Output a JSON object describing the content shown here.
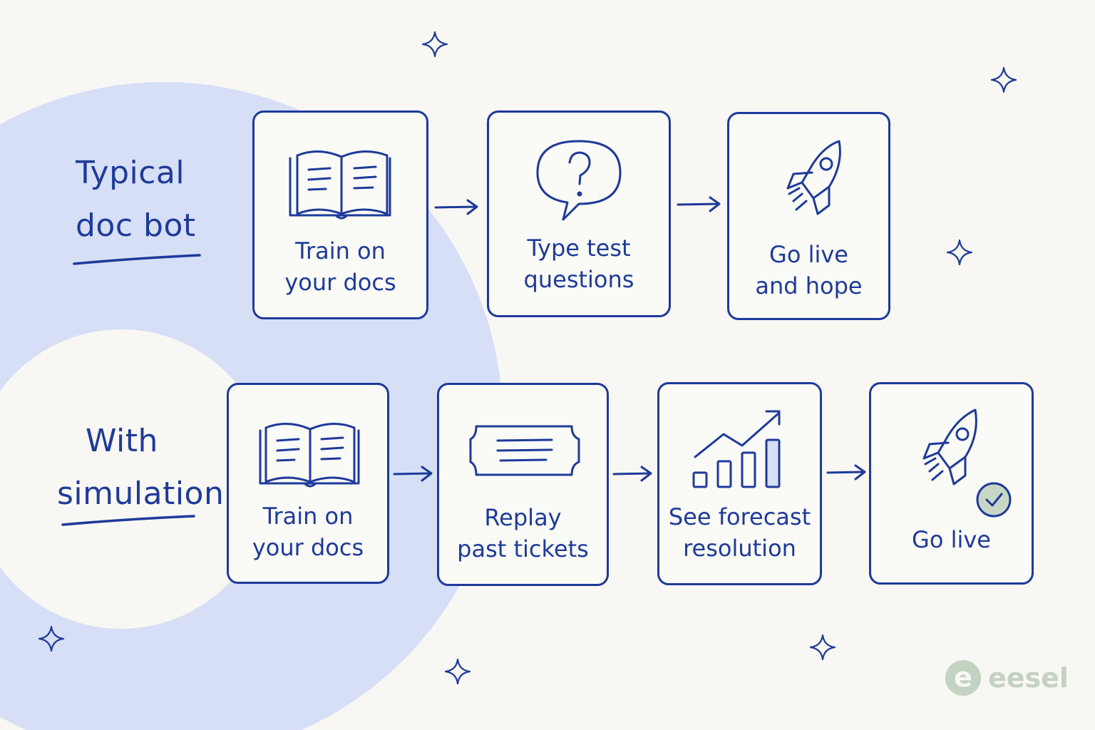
{
  "colors": {
    "ink": "#1e3a9a",
    "background": "#f8f7f3",
    "accent_circle": "#d6dff6",
    "check_badge": "#c8d7c3",
    "brand": "#c4d2c1"
  },
  "rows": {
    "typical": {
      "label_line1": "Typical",
      "label_line2": "doc bot",
      "steps": [
        {
          "icon": "open-book-icon",
          "line1": "Train on",
          "line2": "your docs"
        },
        {
          "icon": "question-bubble-icon",
          "line1": "Type test",
          "line2": "questions"
        },
        {
          "icon": "rocket-icon",
          "line1": "Go live",
          "line2": "and hope"
        }
      ]
    },
    "simulation": {
      "label_line1": "With",
      "label_line2": "simulation",
      "steps": [
        {
          "icon": "open-book-icon",
          "line1": "Train on",
          "line2": "your docs"
        },
        {
          "icon": "ticket-icon",
          "line1": "Replay",
          "line2": "past tickets"
        },
        {
          "icon": "bar-chart-trend-icon",
          "line1": "See forecast",
          "line2": "resolution"
        },
        {
          "icon": "rocket-check-icon",
          "line1": "Go live",
          "line2": ""
        }
      ]
    }
  },
  "brand": {
    "mark": "e",
    "name": "eesel"
  }
}
